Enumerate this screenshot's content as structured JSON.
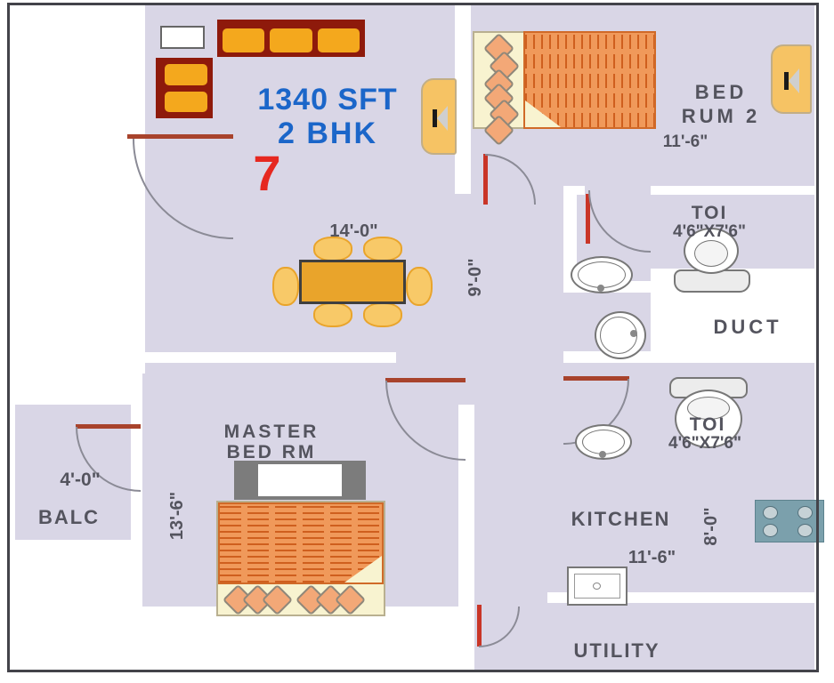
{
  "plan": {
    "area": "1340 SFT",
    "type": "2 BHK",
    "unit_number": "7",
    "labels": {
      "bed2_line1": "BED",
      "bed2_line2": "RUM 2",
      "bed2_dim": "11'-6\"",
      "toi1_name": "TOI",
      "toi1_dim": "4'6\"X7'6\"",
      "duct": "DUCT",
      "hall_dim_w": "14'-0\"",
      "hall_dim_h": "9'-0\"",
      "master_line1": "MASTER",
      "master_line2": "BED RM",
      "master_dim": "13'-6\"",
      "balc_dim": "4'-0\"",
      "balc_name": "BALC",
      "kitchen_name": "KITCHEN",
      "kitchen_dim_w": "11'-6\"",
      "kitchen_dim_h": "8'-0\"",
      "utility": "UTILITY",
      "toi2_name": "TOI",
      "toi2_dim": "4'6\"X7'6\""
    },
    "colors": {
      "floor": "#d9d6e6",
      "wall": "#ffffff",
      "door_leaf": "#a8432c",
      "door_leaf_bright": "#c93527",
      "sofa_frame": "#8e1a0b",
      "cushion": "#f4a81d",
      "mattress": "#f0995a",
      "bed_base": "#f8f3d0",
      "cabinet": "#f6c364",
      "table": "#e9a42b",
      "wardrobe": "#7c7c7c",
      "stove": "#7ba0ac",
      "text": "#54545e",
      "accent_blue": "#1b66c9",
      "accent_red": "#e62820"
    }
  }
}
